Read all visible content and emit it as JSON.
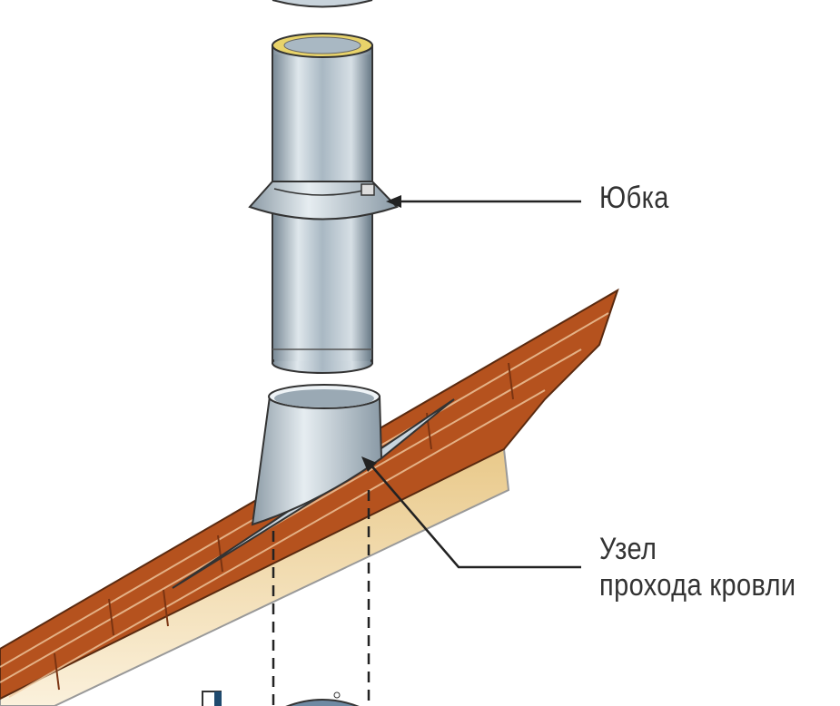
{
  "labels": {
    "skirt": "Юбка",
    "roof_pass_line1": "Узел",
    "roof_pass_line2": "прохода кровли"
  },
  "colors": {
    "tile": "#b5521e",
    "tile_dark": "#7a3412",
    "underside": "#f0d9a8",
    "metal": "#b9c6d0",
    "metal_dark": "#6e7f8c",
    "insulation": "#e8d36a"
  }
}
